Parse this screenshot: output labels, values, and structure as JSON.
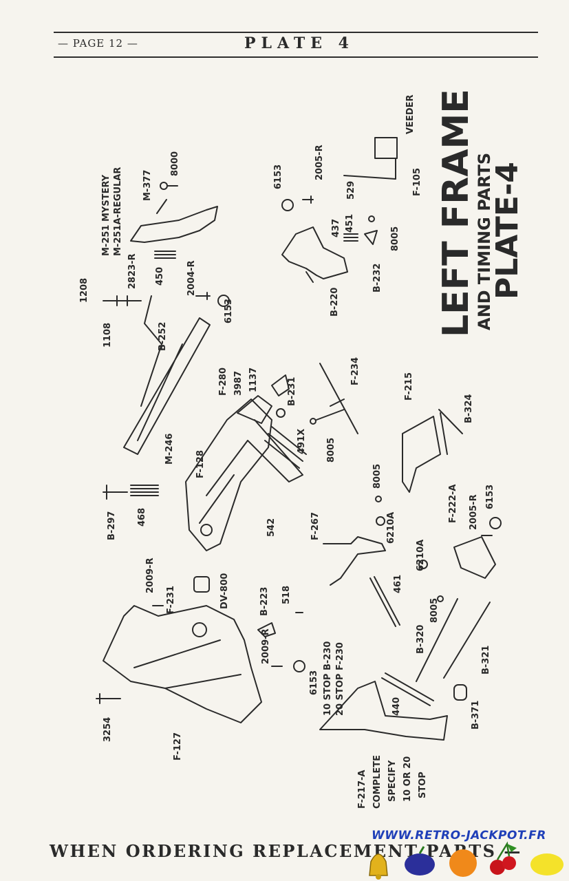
{
  "header": {
    "page_label": "— PAGE 12 —",
    "plate_label": "PLATE 4"
  },
  "title": {
    "line1": "LEFT FRAME",
    "line2": "AND TIMING PARTS",
    "line3": "PLATE-4"
  },
  "part_labels": {
    "m251": "M-251 MYSTERY",
    "m251a": "M-251A-REGULAR",
    "m377": "M-377",
    "p8000": "8000",
    "p1208": "1208",
    "p1108": "1108",
    "p2823": "2823-R",
    "p450": "450",
    "p2004": "2004-R",
    "p6153a": "6153",
    "b252": "B-252",
    "m246": "M-246",
    "p6153b": "6153",
    "p2005a": "2005-R",
    "veeder": "VEEDER",
    "f105": "F-105",
    "p529": "529",
    "p437": "437",
    "p451": "451",
    "p8005a": "8005",
    "b232": "B-232",
    "b220": "B-220",
    "f280": "F-280",
    "p3987": "3987",
    "p1137": "1137",
    "b231": "B-231",
    "f234": "F-234",
    "f215": "F-215",
    "f128": "F-128",
    "p491x": "491X",
    "p8005b": "8005",
    "b324": "B-324",
    "b297": "B-297",
    "p468": "468",
    "p542": "542",
    "p8005c": "8005",
    "f267": "F-267",
    "p6210a": "6210A",
    "f222a": "F-222-A",
    "p2005b": "2005-R",
    "p6153c": "6153",
    "f231": "F-231",
    "p2009a": "2009-R",
    "dv800": "DV-800",
    "b223": "B-223",
    "p518": "518",
    "p6210b": "6210A",
    "p461": "461",
    "p8005d": "8005",
    "b320": "B-320",
    "b321": "B-321",
    "p2009b": "2009-R",
    "p6153d": "6153",
    "stop10": "10 STOP B-230",
    "stop20": "20 STOP F-230",
    "p440": "440",
    "p3254": "3254",
    "b371": "B-371",
    "f127": "F-127",
    "f217a": "F-217-A",
    "complete": "COMPLETE",
    "specify": "SPECIFY",
    "tenor20": "10 OR 20",
    "stop": "STOP"
  },
  "footer": {
    "text": "WHEN ORDERING REPLACEMENT PARTS —"
  },
  "watermark": {
    "url": "WWW.RETRO-JACKPOT.FR",
    "icons": [
      "bell-icon",
      "plum-icon",
      "orange-icon",
      "cherries-icon",
      "lemon-icon"
    ]
  },
  "colors": {
    "paper": "#f6f4ee",
    "ink": "#2a2a2a",
    "watermark_blue": "#1f3fb8"
  }
}
